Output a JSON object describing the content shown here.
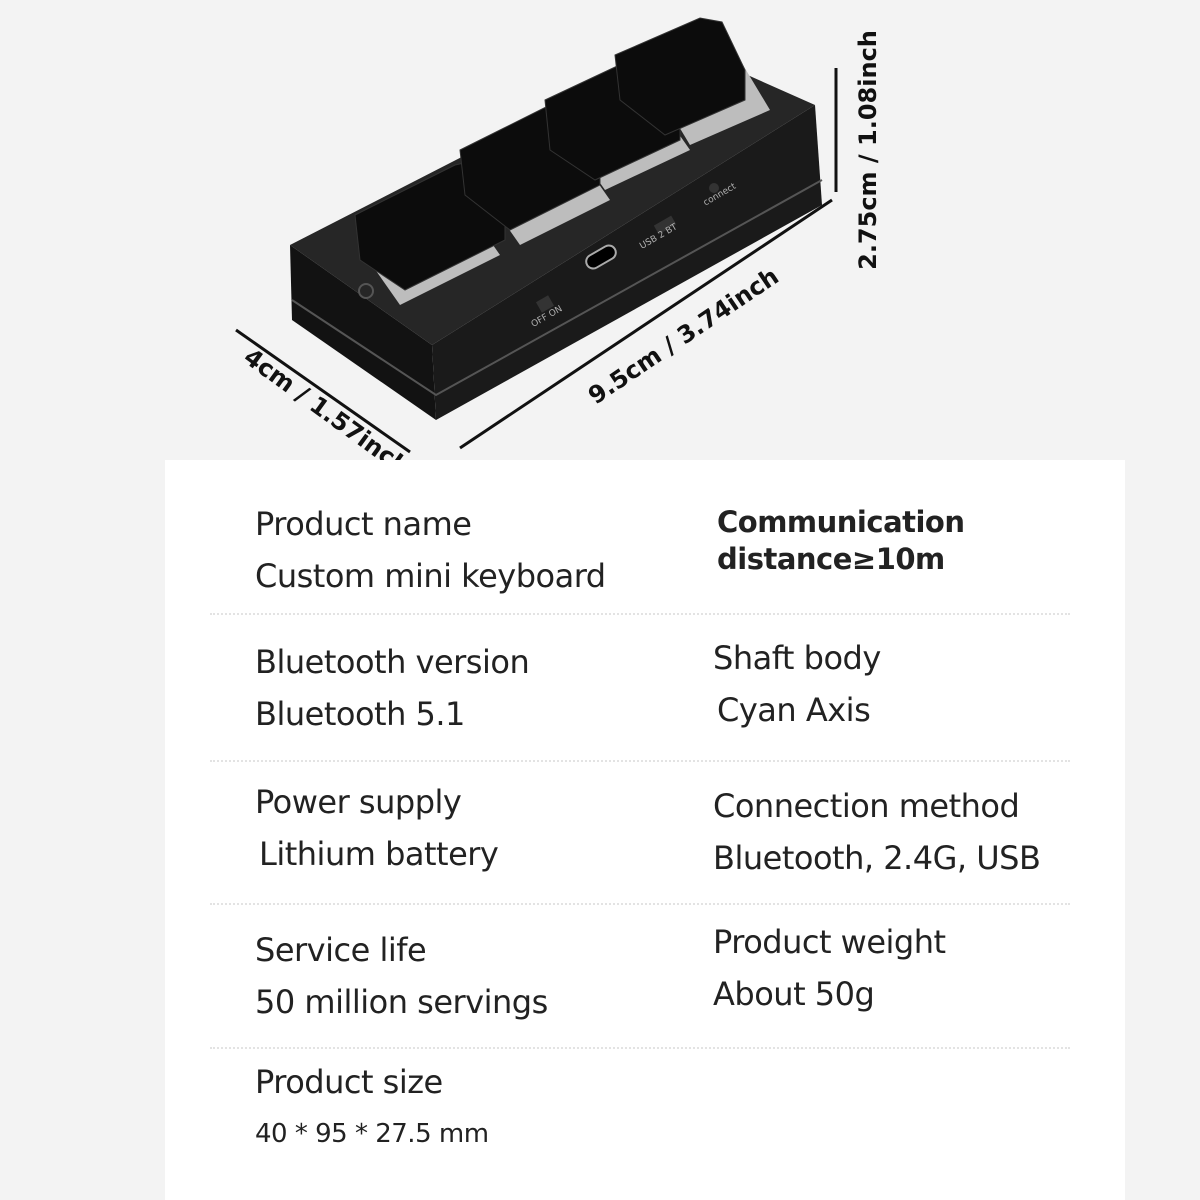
{
  "dimensions": {
    "height": "2.75cm / 1.08inch",
    "length": "9.5cm / 3.74inch",
    "width": "4cm / 1.57inch"
  },
  "specs": [
    {
      "label": "Product name",
      "value": "Custom mini keyboard"
    },
    {
      "label": "Communication",
      "value": "distance≥10m"
    },
    {
      "label": "Bluetooth version",
      "value": "Bluetooth 5.1"
    },
    {
      "label": "Shaft body",
      "value": "Cyan Axis"
    },
    {
      "label": "Power supply",
      "value": "Lithium battery"
    },
    {
      "label": "Connection method",
      "value": "Bluetooth, 2.4G, USB"
    },
    {
      "label": "Service life",
      "value": "50 million servings"
    },
    {
      "label": "Product weight",
      "value": "About 50g"
    },
    {
      "label": "Product size",
      "value": "40 * 95 * 27.5 mm"
    }
  ],
  "device_labels": {
    "power": "OFF ON",
    "mode": "USB 2 BT",
    "connect": "connect"
  }
}
